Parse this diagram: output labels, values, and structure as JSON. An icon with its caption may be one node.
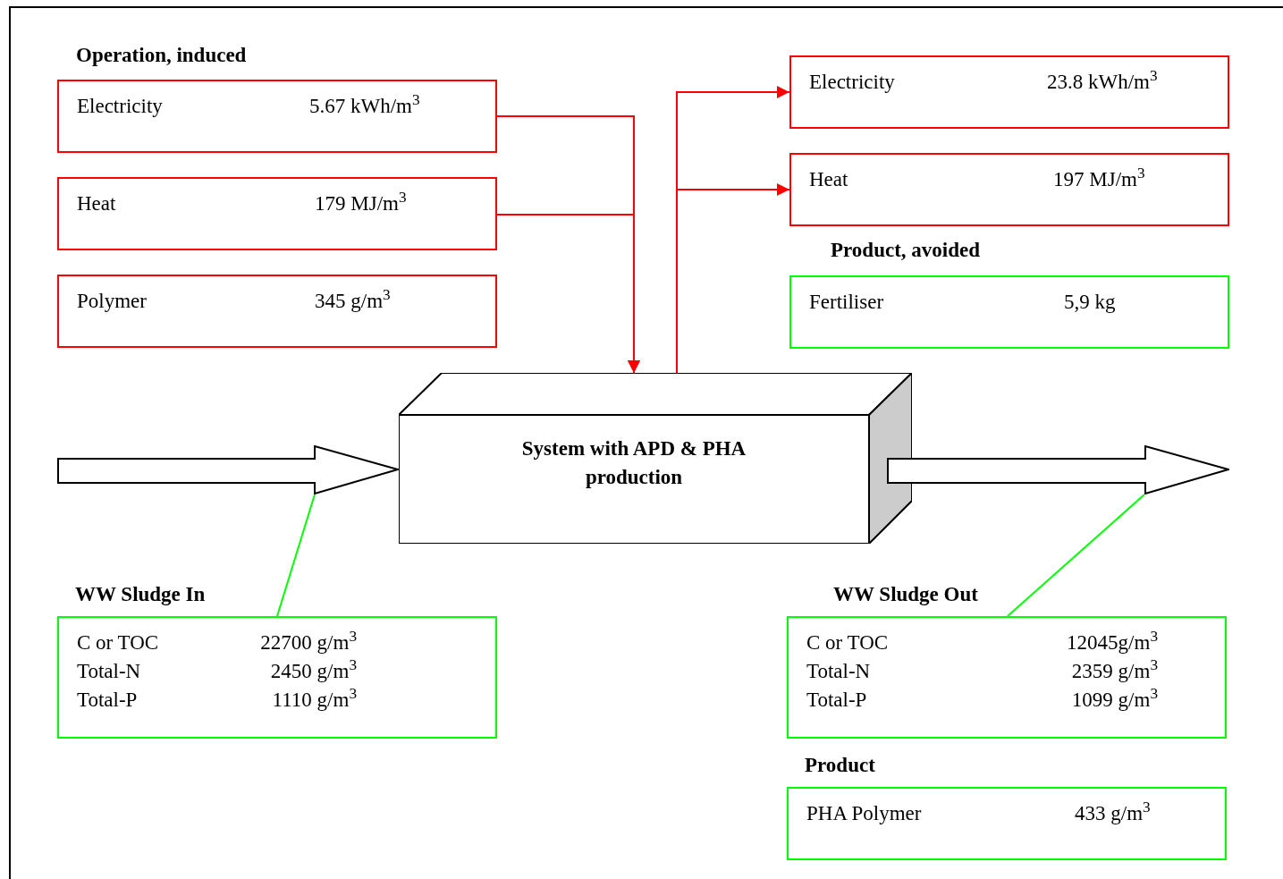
{
  "diagram": {
    "nodes": [
      {
        "text": [
          "Electricity",
          "5.67 kWh/m$^{3}$"
        ]
      },
      {
        "text": [
          "Heat",
          "179 MJ/m$^{3}$"
        ]
      },
      {
        "text": [
          "Polymer",
          "345 g/m$^{3}$"
        ]
      },
      {
        "text": [
          "Electricity",
          "23.8 kWh/m$^{3}$"
        ]
      },
      {
        "text": [
          "Heat",
          "197 MJ/m$^{3}$"
        ]
      },
      {
        "text": [
          "Product, avoided",
          "Fertiliser",
          "5,9 kg"
        ]
      },
      {
        "text": [
          "System with APD & PHA production"
        ]
      },
      {
        "text": [],
        "shape": "arrow"
      },
      {
        "text": [
          "WW Sludge In",
          "C or TOC",
          "22700 g/m$^{3}$",
          "Total-N",
          "2450 g/m$^{3}$",
          "Total-P",
          "1110 g/m$^{3}$"
        ]
      },
      {
        "text": [],
        "shape": "arrow"
      },
      {
        "text": [
          "WW Sludge Out",
          "C or TOC",
          "12045g/m$^{3}$",
          "Total-N",
          "2359 g/m$^{3}$",
          "Total-P",
          "1099 g/m$^{3}$"
        ]
      },
      {
        "text": [
          "Product",
          "PHA Polymer",
          "433 g/m$^{3}$"
        ]
      }
    ],
    "edges": [
      {
        "from": 0,
        "to": 6,
        "arrow": "to"
      },
      {
        "from": 1,
        "to": 6,
        "arrow": "to"
      },
      {
        "from": 6,
        "to": 3,
        "arrow": "to"
      },
      {
        "from": 6,
        "to": 4,
        "arrow": "to"
      },
      {
        "from": 8,
        "to": 7,
        "arrow": "none",
        "color": "#00ff00"
      },
      {
        "from": 10,
        "to": 9,
        "arrow": "none",
        "color": "#00ff00"
      }
    ],
    "labels": [
      "Operation, induced"
    ]
  }
}
